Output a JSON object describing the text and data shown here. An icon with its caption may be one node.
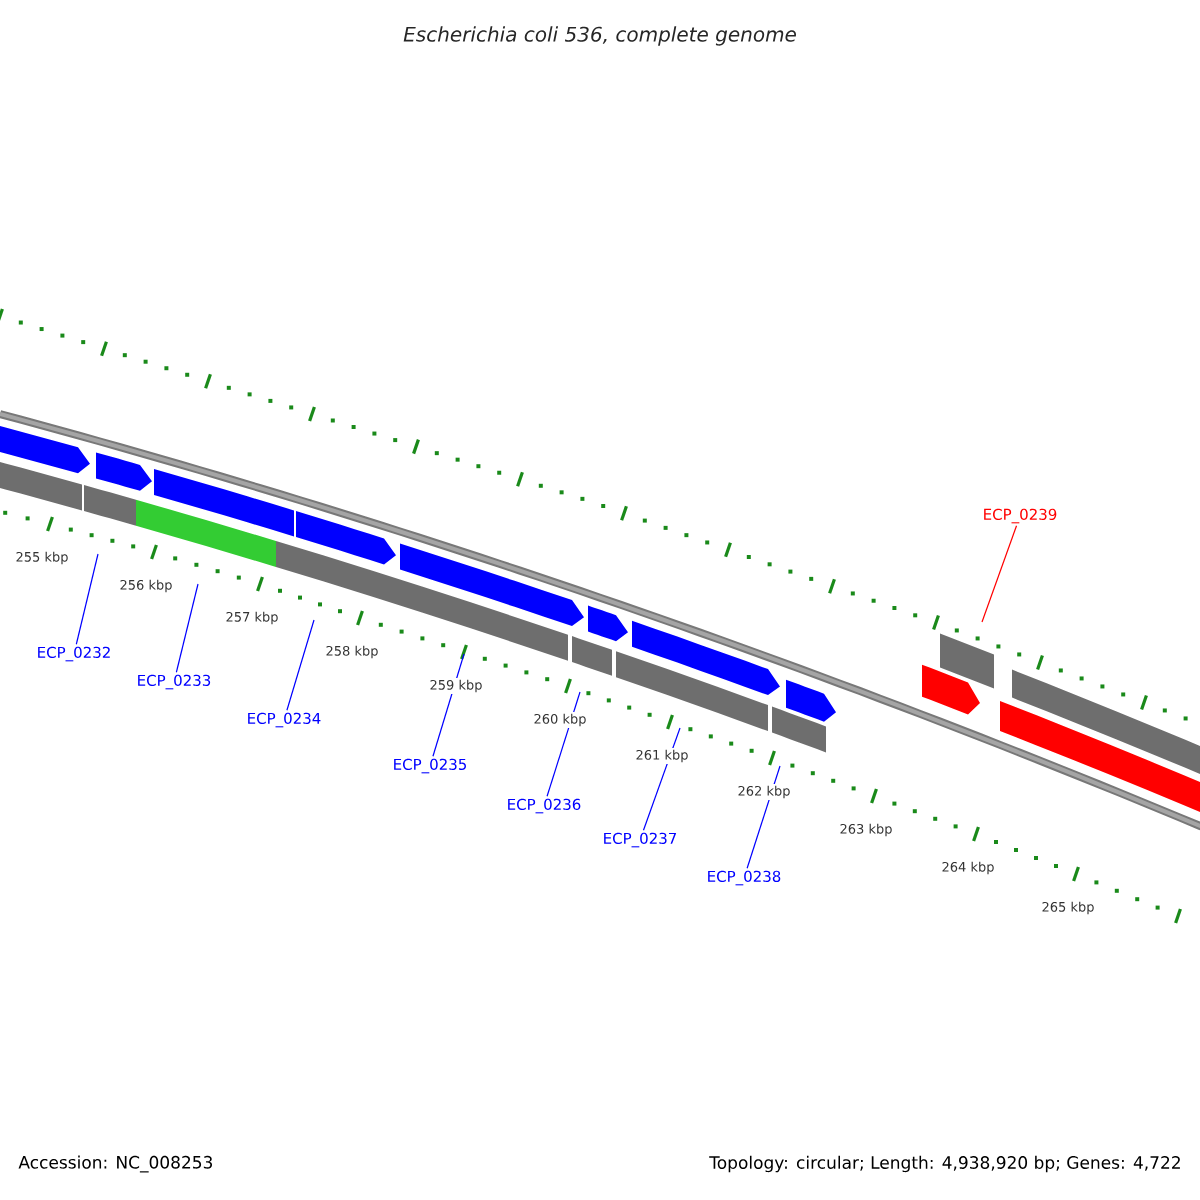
{
  "diagram": {
    "title": "Escherichia coli 536, complete genome",
    "nodes": [
      {
        "text": [
          "ECP_0232"
        ]
      },
      {
        "text": [
          "ECP_0233"
        ]
      },
      {
        "text": [
          "ECP_0234"
        ]
      },
      {
        "text": [
          "ECP_0235"
        ]
      },
      {
        "text": [
          "ECP_0236"
        ]
      },
      {
        "text": [
          "ECP_0237"
        ]
      },
      {
        "text": [
          "ECP_0238"
        ]
      },
      {
        "text": [
          "ECP_0239"
        ]
      }
    ],
    "edges": [
      {
        "from": 0,
        "to": null,
        "arrow": "none"
      },
      {
        "from": 1,
        "to": null,
        "arrow": "none"
      },
      {
        "from": 2,
        "to": null,
        "arrow": "none"
      },
      {
        "from": 3,
        "to": null,
        "arrow": "none"
      },
      {
        "from": 4,
        "to": null,
        "arrow": "none"
      },
      {
        "from": 5,
        "to": null,
        "arrow": "none"
      },
      {
        "from": 6,
        "to": null,
        "arrow": "none"
      },
      {
        "from": 7,
        "to": null,
        "arrow": "none",
        "color": "#ff0000"
      }
    ],
    "labels": [
      "255 kbp",
      "256 kbp",
      "257 kbp",
      "258 kbp",
      "259 kbp",
      "260 kbp",
      "261 kbp",
      "262 kbp",
      "263 kbp",
      "264 kbp",
      "265 kbp",
      "Accession: NC_008253",
      "Topology: circular; Length: 4,938,920 bp; Genes: 4,722"
    ]
  }
}
